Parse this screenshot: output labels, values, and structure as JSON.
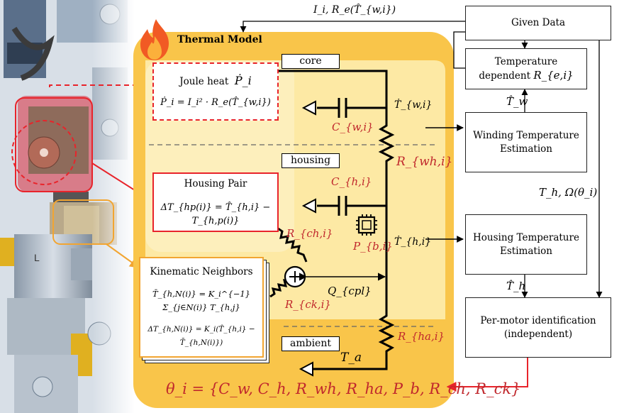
{
  "inputs_top": "I_i, R_e(T̂_{w,i})",
  "thermal_model_title": "Thermal Model",
  "sections": {
    "core": "core",
    "housing": "housing",
    "ambient": "ambient"
  },
  "joule": {
    "title": "Joule heat",
    "symbol": "Ṗ_i",
    "formula": "Ṗ_i = I_i² · R_e(T̂_{w,i})"
  },
  "housing_pair": {
    "title": "Housing Pair",
    "formula": "ΔT_{hp(i)} = T̂_{h,i} − T_{h,p(i)}"
  },
  "kinematic": {
    "title": "Kinematic Neighbors",
    "formula1": "T̄_{h,N(i)} = K_i^{−1} Σ_{j∈N(i)} T_{h,j}",
    "formula2": "ΔT_{h,N(i)} = K_i(T̂_{h,i} − T̄_{h,N(i)})"
  },
  "components": {
    "Cw": "C_{w,i}",
    "Ch": "C_{h,i}",
    "Rwh": "R_{wh,i}",
    "Rch": "R_{ch,i}",
    "Rck": "R_{ck,i}",
    "Rha": "R_{ha,i}",
    "Pb": "P_{b,i}",
    "Tw_dot": "Ṫ_{w,i}",
    "Th_dot": "Ṫ_{h,i}",
    "Qcpl": "Q_{cpl}",
    "Ta": "T_a"
  },
  "theta": "θ_i = {C_w, C_h, R_wh, R_ha, P_b, R_ch, R_ck}",
  "right_blocks": {
    "given_data": "Given Data",
    "temp_dep_line1": "Temperature",
    "temp_dep_line2": "dependent",
    "temp_dep_symbol": "R_{e,i}",
    "winding_line1": "Winding Temperature",
    "winding_line2": "Estimation",
    "housing_line1": "Housing Temperature",
    "housing_line2": "Estimation",
    "perm_line1": "Per-motor identification",
    "perm_line2": "(independent)"
  },
  "edge_labels": {
    "Tw_hat": "T̂_w",
    "Th_hat": "T̂_h",
    "Th_omega": "T_h, Ω(θ_i)"
  },
  "colors": {
    "accent_red": "#e8242b",
    "orange_panel": "#f9c54a",
    "inner_panel": "#fde9a4",
    "label_red": "#b3241f"
  },
  "icons": [
    "flame-icon",
    "chip-icon",
    "robot-leg-image"
  ]
}
